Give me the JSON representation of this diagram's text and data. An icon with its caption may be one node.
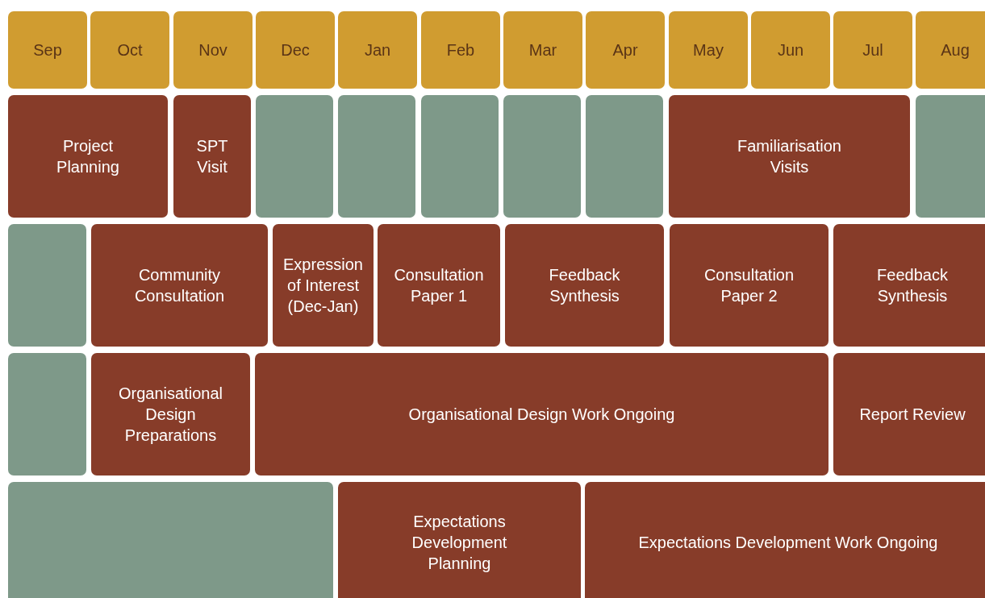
{
  "diagram": {
    "nodes": [
      {
        "text": [
          "Sep"
        ]
      },
      {
        "text": [
          "Oct"
        ]
      },
      {
        "text": [
          "Nov"
        ]
      },
      {
        "text": [
          "Dec"
        ]
      },
      {
        "text": [
          "Jan"
        ]
      },
      {
        "text": [
          "Feb"
        ]
      },
      {
        "text": [
          "Mar"
        ]
      },
      {
        "text": [
          "Apr"
        ]
      },
      {
        "text": [
          "May"
        ]
      },
      {
        "text": [
          "Jun"
        ]
      },
      {
        "text": [
          "Jul"
        ]
      },
      {
        "text": [
          "Aug"
        ]
      },
      {
        "text": [
          "Project Planning"
        ]
      },
      {
        "text": [
          "SPT Visit"
        ]
      },
      {
        "text": [],
        "shape": "box"
      },
      {
        "text": [],
        "shape": "box"
      },
      {
        "text": [],
        "shape": "box"
      },
      {
        "text": [],
        "shape": "box"
      },
      {
        "text": [],
        "shape": "box"
      },
      {
        "text": [
          "Familiarisation Visits"
        ]
      },
      {
        "text": [],
        "shape": "box"
      },
      {
        "text": [],
        "shape": "box"
      },
      {
        "text": [
          "Community Consultation"
        ]
      },
      {
        "text": [
          "Expression of Interest (Dec-Jan)"
        ]
      },
      {
        "text": [
          "Consultation Paper 1"
        ]
      },
      {
        "text": [
          "Feedback Synthesis"
        ]
      },
      {
        "text": [
          "Consultation Paper 2"
        ]
      },
      {
        "text": [
          "Feedback Synthesis"
        ]
      },
      {
        "text": [],
        "shape": "box"
      },
      {
        "text": [
          "Organisational Design Preparations"
        ]
      },
      {
        "text": [
          "Organisational Design Work Ongoing"
        ]
      },
      {
        "text": [
          "Report Review"
        ]
      },
      {
        "text": [],
        "shape": "box"
      },
      {
        "text": [
          "Expectations Development Planning"
        ]
      },
      {
        "text": [
          "Expectations Development Work Ongoing"
        ]
      }
    ]
  }
}
